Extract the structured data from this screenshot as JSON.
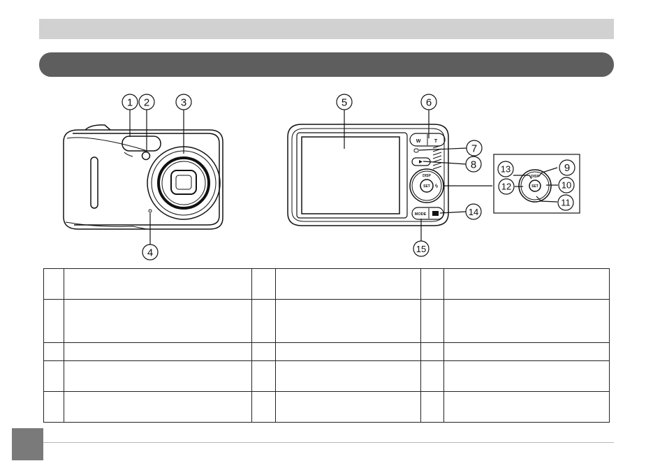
{
  "header": {
    "title": "",
    "section_title": ""
  },
  "callouts": {
    "front": [
      "1",
      "2",
      "3",
      "4"
    ],
    "back": [
      "5",
      "6",
      "7",
      "8",
      "14",
      "15"
    ],
    "dial": [
      "9",
      "10",
      "11",
      "12",
      "13"
    ]
  },
  "button_labels": {
    "zoom_wide": "W",
    "zoom_tele": "T",
    "disp": "DISP",
    "set": "SET",
    "mode": "MODE"
  },
  "parts_table": {
    "rows": [
      [
        "",
        "",
        "",
        "",
        "",
        ""
      ],
      [
        "",
        "",
        "",
        "",
        "",
        ""
      ],
      [
        "",
        "",
        "",
        "",
        "",
        ""
      ],
      [
        "",
        "",
        "",
        "",
        "",
        ""
      ],
      [
        "",
        "",
        "",
        "",
        "",
        ""
      ]
    ]
  },
  "footer": {
    "page_number": ""
  }
}
